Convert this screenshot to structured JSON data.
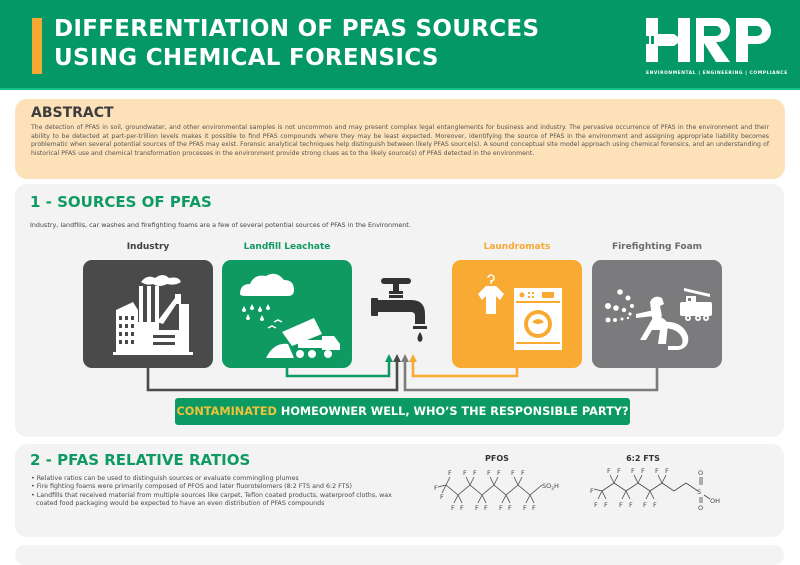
{
  "header": {
    "title_line1": "DIFFERENTIATION OF PFAS SOURCES",
    "title_line2": "USING CHEMICAL FORENSICS",
    "logo_text": "HRP",
    "logo_tagline": "ENVIRONMENTAL | ENGINEERING | COMPLIANCE",
    "colors": {
      "brand_green": "#049866",
      "accent_orange": "#f5a933"
    }
  },
  "abstract": {
    "heading": "ABSTRACT",
    "body": "The detection of PFAS in soil, groundwater, and other environmental samples is not uncommon and may present complex legal entanglements for business and industry.  The pervasive occurrence of PFAS in the environment and their ability to be detected at part-per-trillion levels makes it possible to find PFAS compounds where they may be least expected.  Moreover, identifying the source of PFAS in the environment and assigning appropriate liability becomes problematic when several potential sources of the PFAS may exist.  Forensic analytical techniques help distinguish between likely PFAS source(s).  A sound conceptual site model approach using chemical forensics, and an understanding of historical PFAS use and chemical transformation processes in the environment provide strong clues as to the likely source(s) of PFAS detected in the environment."
  },
  "section1": {
    "heading": "1 - SOURCES OF PFAS",
    "intro": "Industry, landfills, car washes and firefighting foams are a few of several potential sources of PFAS in the Environment.",
    "sources": [
      {
        "label": "Industry",
        "icon": "factory-icon",
        "color": "#4a4a4a"
      },
      {
        "label": "Landfill Leachate",
        "icon": "landfill-truck-icon",
        "color": "#0f9a62"
      },
      {
        "label": "Laundromats",
        "icon": "washing-machine-icon",
        "color": "#f9aa33"
      },
      {
        "label": "Firefighting Foam",
        "icon": "firefighter-icon",
        "color": "#7b7b7d"
      }
    ],
    "center_icon": "faucet-icon",
    "banner": {
      "highlight": "CONTAMINATED",
      "rest": " HOMEOWNER WELL, WHO’S THE RESPONSIBLE PARTY?"
    }
  },
  "section2": {
    "heading": "2 - PFAS RELATIVE RATIOS",
    "bullets": [
      "Relative ratios can be used to distinguish sources or evaluate commingling plumes",
      "Fire fighting foams were primarily  composed of PFOS and later fluorotelomers (8:2 FTS and 6:2 FTS)",
      "Landfills that received material from multiple sources like carpet, Teflon coated products, waterproof cloths, wax coated food packaging would be expected to have an even distribution of PFAS compounds"
    ],
    "structures": [
      {
        "label": "PFOS",
        "end_group": "SO3H"
      },
      {
        "label": "6:2 FTS",
        "end_group": "SO3H"
      }
    ]
  }
}
